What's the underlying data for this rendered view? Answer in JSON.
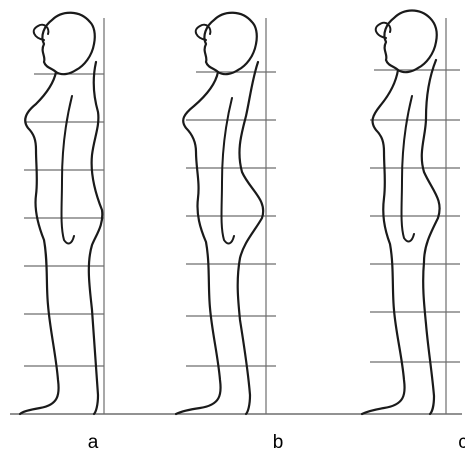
{
  "figure": {
    "panels": [
      {
        "id": "a",
        "label": "a"
      },
      {
        "id": "b",
        "label": "b"
      },
      {
        "id": "c",
        "label": "c"
      }
    ],
    "line_color": "#1a1a1a",
    "grid_color": "#6e6e6e",
    "background": "#ffffff"
  }
}
